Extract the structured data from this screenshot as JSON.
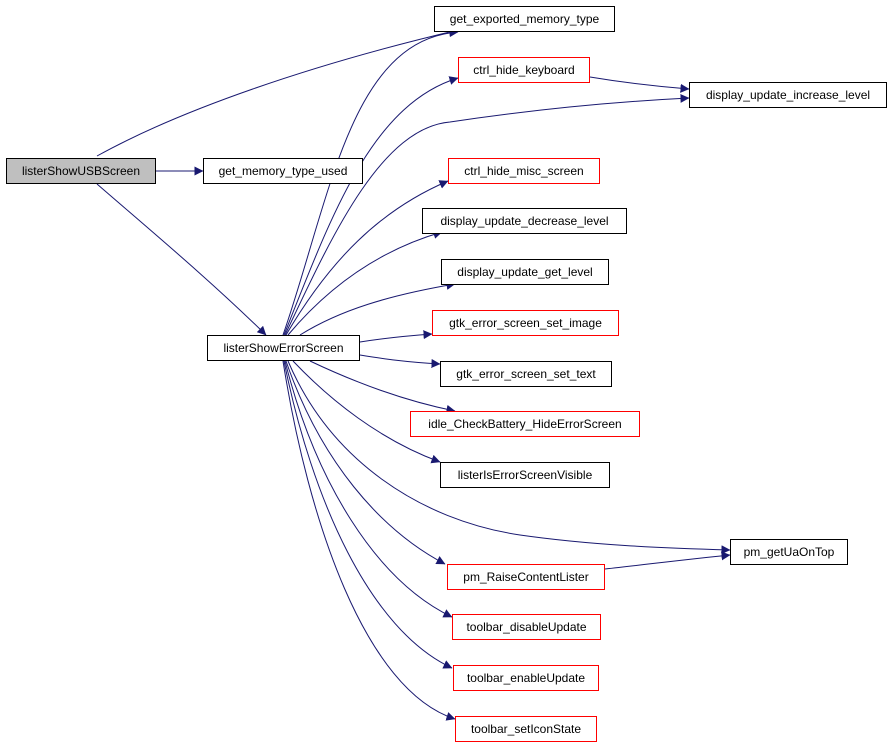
{
  "colors": {
    "edge": "#191970",
    "link_border": "#ff0000",
    "plain_border": "#000000",
    "root_fill": "#bfbfbf"
  },
  "nodes": {
    "listerShowUSBScreen": "listerShowUSBScreen",
    "get_memory_type_used": "get_memory_type_used",
    "get_exported_memory_type": "get_exported_memory_type",
    "ctrl_hide_keyboard": "ctrl_hide_keyboard",
    "display_update_increase_level": "display_update_increase_level",
    "listerShowErrorScreen": "listerShowErrorScreen",
    "ctrl_hide_misc_screen": "ctrl_hide_misc_screen",
    "display_update_decrease_level": "display_update_decrease_level",
    "display_update_get_level": "display_update_get_level",
    "gtk_error_screen_set_image": "gtk_error_screen_set_image",
    "gtk_error_screen_set_text": "gtk_error_screen_set_text",
    "idle_CheckBattery_HideErrorScreen": "idle_CheckBattery_HideErrorScreen",
    "listerIsErrorScreenVisible": "listerIsErrorScreenVisible",
    "pm_getUaOnTop": "pm_getUaOnTop",
    "pm_RaiseContentLister": "pm_RaiseContentLister",
    "toolbar_disableUpdate": "toolbar_disableUpdate",
    "toolbar_enableUpdate": "toolbar_enableUpdate",
    "toolbar_setIconState": "toolbar_setIconState"
  },
  "edges": [
    [
      "listerShowUSBScreen",
      "get_exported_memory_type"
    ],
    [
      "listerShowUSBScreen",
      "get_memory_type_used"
    ],
    [
      "listerShowUSBScreen",
      "listerShowErrorScreen"
    ],
    [
      "ctrl_hide_keyboard",
      "display_update_increase_level"
    ],
    [
      "listerShowErrorScreen",
      "get_exported_memory_type"
    ],
    [
      "listerShowErrorScreen",
      "ctrl_hide_keyboard"
    ],
    [
      "listerShowErrorScreen",
      "display_update_increase_level"
    ],
    [
      "listerShowErrorScreen",
      "ctrl_hide_misc_screen"
    ],
    [
      "listerShowErrorScreen",
      "display_update_decrease_level"
    ],
    [
      "listerShowErrorScreen",
      "display_update_get_level"
    ],
    [
      "listerShowErrorScreen",
      "gtk_error_screen_set_image"
    ],
    [
      "listerShowErrorScreen",
      "gtk_error_screen_set_text"
    ],
    [
      "listerShowErrorScreen",
      "idle_CheckBattery_HideErrorScreen"
    ],
    [
      "listerShowErrorScreen",
      "listerIsErrorScreenVisible"
    ],
    [
      "listerShowErrorScreen",
      "pm_getUaOnTop"
    ],
    [
      "listerShowErrorScreen",
      "pm_RaiseContentLister"
    ],
    [
      "listerShowErrorScreen",
      "toolbar_disableUpdate"
    ],
    [
      "listerShowErrorScreen",
      "toolbar_enableUpdate"
    ],
    [
      "listerShowErrorScreen",
      "toolbar_setIconState"
    ],
    [
      "pm_RaiseContentLister",
      "pm_getUaOnTop"
    ]
  ]
}
